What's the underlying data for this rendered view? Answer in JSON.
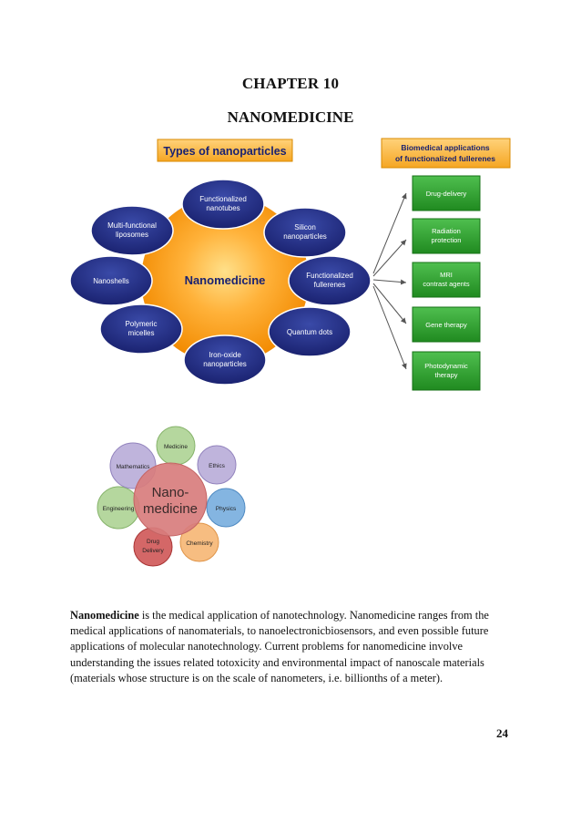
{
  "page": {
    "chapter": "CHAPTER 10",
    "title": "NANOMEDICINE",
    "page_number": "24"
  },
  "figure1": {
    "header": "Types of nanoparticles",
    "center": "Nanomedicine",
    "types": [
      {
        "line1": "Functionalized",
        "line2": "nanotubes"
      },
      {
        "line1": "Silicon",
        "line2": "nanoparticles"
      },
      {
        "line1": "Functionalized",
        "line2": "fullerenes"
      },
      {
        "line1": "Quantum dots",
        "line2": ""
      },
      {
        "line1": "Iron-oxide",
        "line2": "nanoparticles"
      },
      {
        "line1": "Polymeric",
        "line2": "micelles"
      },
      {
        "line1": "Nanoshells",
        "line2": ""
      },
      {
        "line1": "Multi-functional",
        "line2": "liposomes"
      }
    ],
    "applications_header_1": "Biomedical applications",
    "applications_header_2": "of functionalized fullerenes",
    "applications": [
      {
        "line1": "Drug-delivery",
        "line2": ""
      },
      {
        "line1": "Radiation",
        "line2": "protection"
      },
      {
        "line1": "MRI",
        "line2": "contrast agents"
      },
      {
        "line1": "Gene therapy",
        "line2": ""
      },
      {
        "line1": "Photodynamic",
        "line2": "therapy"
      }
    ]
  },
  "figure2": {
    "center_line1": "Nano-",
    "center_line2": "medicine",
    "fields": [
      {
        "line1": "Medicine",
        "line2": "",
        "color": "#a8d08d"
      },
      {
        "line1": "Ethics",
        "line2": "",
        "color": "#b4a7d6"
      },
      {
        "line1": "Physics",
        "line2": "",
        "color": "#6fa8dc"
      },
      {
        "line1": "Chemistry",
        "line2": "",
        "color": "#f6b26b"
      },
      {
        "line1": "Drug",
        "line2": "Delivery",
        "color": "#cc4c4c"
      },
      {
        "line1": "Engineering",
        "line2": "",
        "color": "#a8d08d"
      },
      {
        "line1": "Mathematics",
        "line2": "",
        "color": "#b4a7d6"
      }
    ]
  },
  "text": {
    "lead_bold": "Nanomedicine",
    "paragraph": " is the medical application of nanotechnology. Nanomedicine ranges from the medical applications of nanomaterials, to nanoelectronicbiosensors, and even possible future applications of molecular nanotechnology. Current problems for nanomedicine involve understanding the issues related totoxicity and environmental impact of nanoscale materials (materials whose structure is on the scale of nanometers, i.e. billionths of a meter)."
  }
}
